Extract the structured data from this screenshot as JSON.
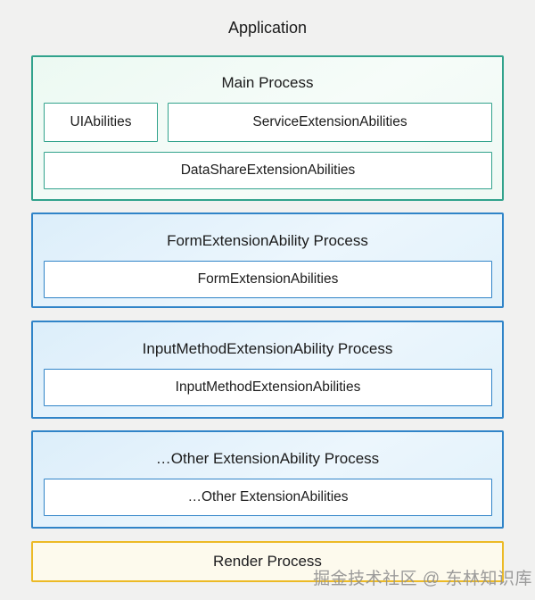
{
  "application_label": "Application",
  "main_process": {
    "title": "Main Process",
    "items": [
      "UIAbilities",
      "ServiceExtensionAbilities",
      "DataShareExtensionAbilities"
    ]
  },
  "extension_processes": [
    {
      "title": "FormExtensionAbility Process",
      "item": "FormExtensionAbilities"
    },
    {
      "title": "InputMethodExtensionAbility Process",
      "item": "InputMethodExtensionAbilities"
    },
    {
      "title": "…Other ExtensionAbility Process",
      "item": "…Other ExtensionAbilities"
    }
  ],
  "render_process": {
    "title": "Render Process"
  },
  "watermark": "掘金技术社区 @ 东林知识库",
  "colors": {
    "page_background": "#f1f1f0",
    "green_border": "#31a28c",
    "blue_border": "#3084c8",
    "gold_border": "#ecba26",
    "inner_box_background": "#ffffff",
    "text": "#1b1b1b",
    "watermark_gray": "#8f8f8f"
  }
}
